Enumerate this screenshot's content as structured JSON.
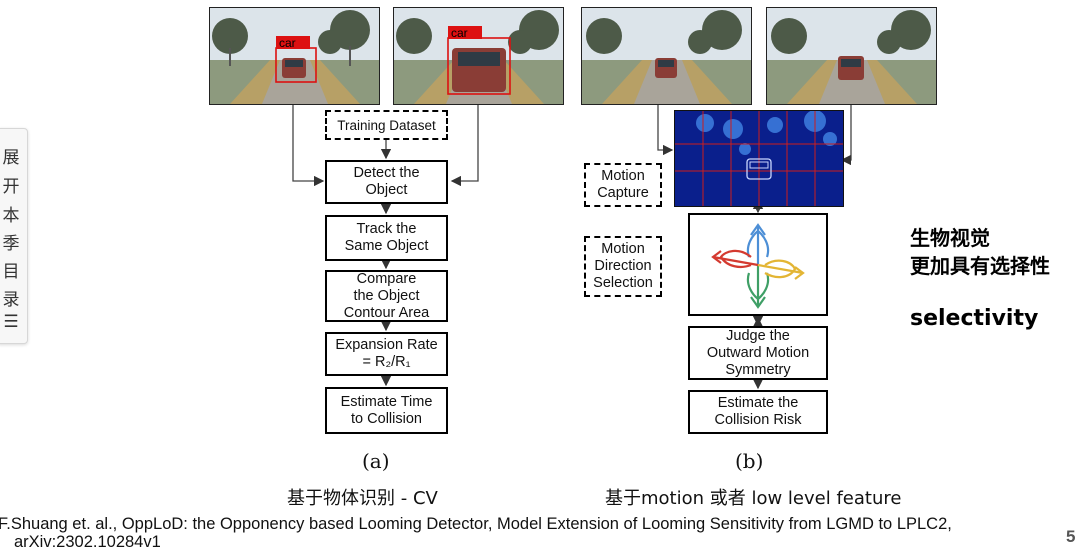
{
  "toc": {
    "chars": [
      "展",
      "开",
      "本",
      "季",
      "目",
      "录",
      "☰"
    ]
  },
  "photos": {
    "detect_label": "car"
  },
  "flow_a": {
    "training": "Training Dataset",
    "steps": [
      "Detect the\nObject",
      "Track the\nSame Object",
      "Compare\nthe Object\nContour Area",
      "Expansion Rate\n= R₂/R₁",
      "Estimate Time\nto Collision"
    ],
    "label": "(a)",
    "caption": "基于物体识别 - CV"
  },
  "flow_b": {
    "motion_capture": "Motion\nCapture",
    "motion_direction": "Motion\nDirection\nSelection",
    "judge": "Judge the\nOutward Motion\nSymmetry",
    "estimate": "Estimate the\nCollision Risk",
    "label": "(b)",
    "caption": "基于motion 或者 low level feature"
  },
  "side_text": {
    "line1": "生物视觉",
    "line2": "更加具有选择性",
    "line3": "selectivity"
  },
  "reference": {
    "line1": "F.Shuang et. al., OppLoD: the Opponency based Looming Detector, Model Extension of Looming Sensitivity from LGMD to LPLC2,",
    "line2": "arXiv:2302.10284v1"
  },
  "page_number": "5"
}
